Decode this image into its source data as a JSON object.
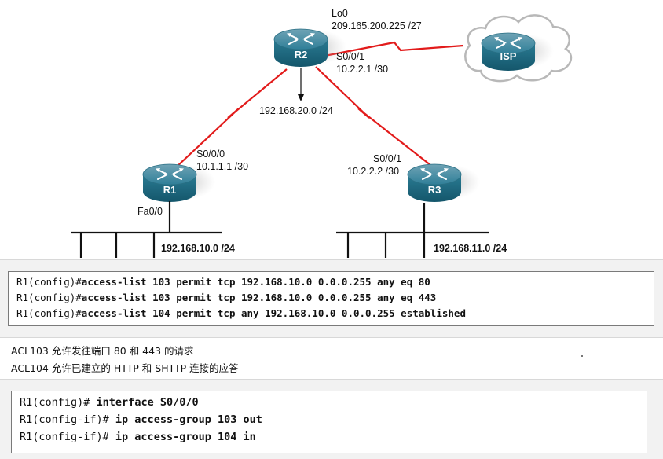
{
  "routers": {
    "r1": {
      "label": "R1"
    },
    "r2": {
      "label": "R2"
    },
    "r3": {
      "label": "R3"
    },
    "isp": {
      "label": "ISP"
    }
  },
  "interfaces": {
    "r2_lo0": {
      "name": "Lo0",
      "address": "209.165.200.225 /27"
    },
    "r2_s001": {
      "name": "S0/0/1",
      "address": "10.2.2.1 /30"
    },
    "r1_s000": {
      "name": "S0/0/0",
      "address": "10.1.1.1 /30"
    },
    "r3_s001": {
      "name": "S0/0/1",
      "address": "10.2.2.2 /30"
    },
    "r1_fa00": {
      "name": "Fa0/0"
    }
  },
  "networks": {
    "r2_lan": "192.168.20.0 /24",
    "r1_lan": "192.168.10.0 /24",
    "r3_lan": "192.168.11.0 /24"
  },
  "acl_commands": [
    {
      "prompt": "R1(config)#",
      "command": "access-list 103 permit tcp 192.168.10.0 0.0.0.255 any eq 80"
    },
    {
      "prompt": "R1(config)#",
      "command": "access-list 103 permit tcp 192.168.10.0 0.0.0.255 any eq 443"
    },
    {
      "prompt": "R1(config)#",
      "command": "access-list 104 permit tcp any 192.168.10.0 0.0.0.255 established"
    }
  ],
  "notes": [
    "ACL103 允许发往端口 80 和 443 的请求",
    "ACL104 允许已建立的 HTTP 和 SHTTP 连接的应答"
  ],
  "interface_commands": [
    {
      "prompt": "R1(config)# ",
      "command": "interface S0/0/0"
    },
    {
      "prompt": "R1(config-if)# ",
      "command": "ip access-group 103 out"
    },
    {
      "prompt": "R1(config-if)# ",
      "command": "ip access-group 104 in"
    }
  ],
  "colors": {
    "serial_link": "#e21b1b",
    "router_body": "#1f6f86",
    "cloud_stroke": "#b8b8b8"
  },
  "icons": {
    "router": "router-icon",
    "cloud": "cloud-icon",
    "serial": "serial-link-icon"
  }
}
